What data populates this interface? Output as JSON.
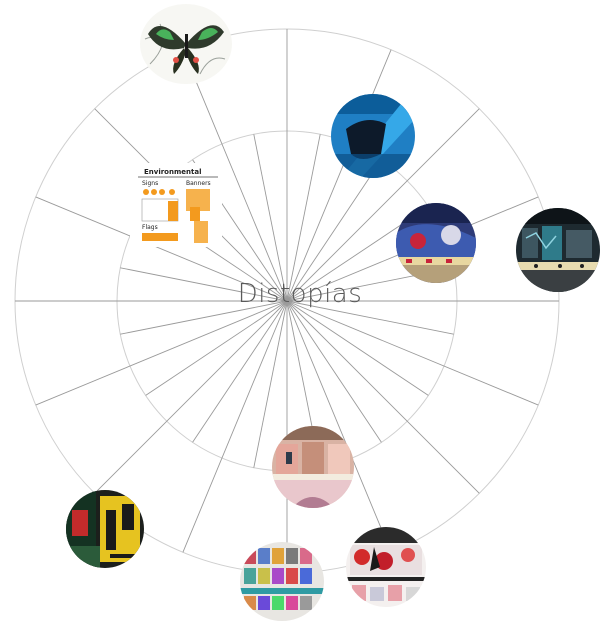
{
  "title": "Distopías",
  "thumb_text": {
    "env": "Environmental",
    "signs": "Signs",
    "banners": "Banners",
    "flags": "Flags"
  },
  "thumbnails": [
    {
      "name": "butterfly-illustration-thumbnail"
    },
    {
      "name": "blue-abstract-thumbnail"
    },
    {
      "name": "environmental-graphics-thumbnail"
    },
    {
      "name": "store-display-red-blue-thumbnail"
    },
    {
      "name": "dark-shop-interior-thumbnail"
    },
    {
      "name": "pink-storefront-thumbnail"
    },
    {
      "name": "yellow-black-signage-thumbnail"
    },
    {
      "name": "magazine-rack-thumbnail"
    },
    {
      "name": "red-poster-shop-thumbnail"
    }
  ]
}
